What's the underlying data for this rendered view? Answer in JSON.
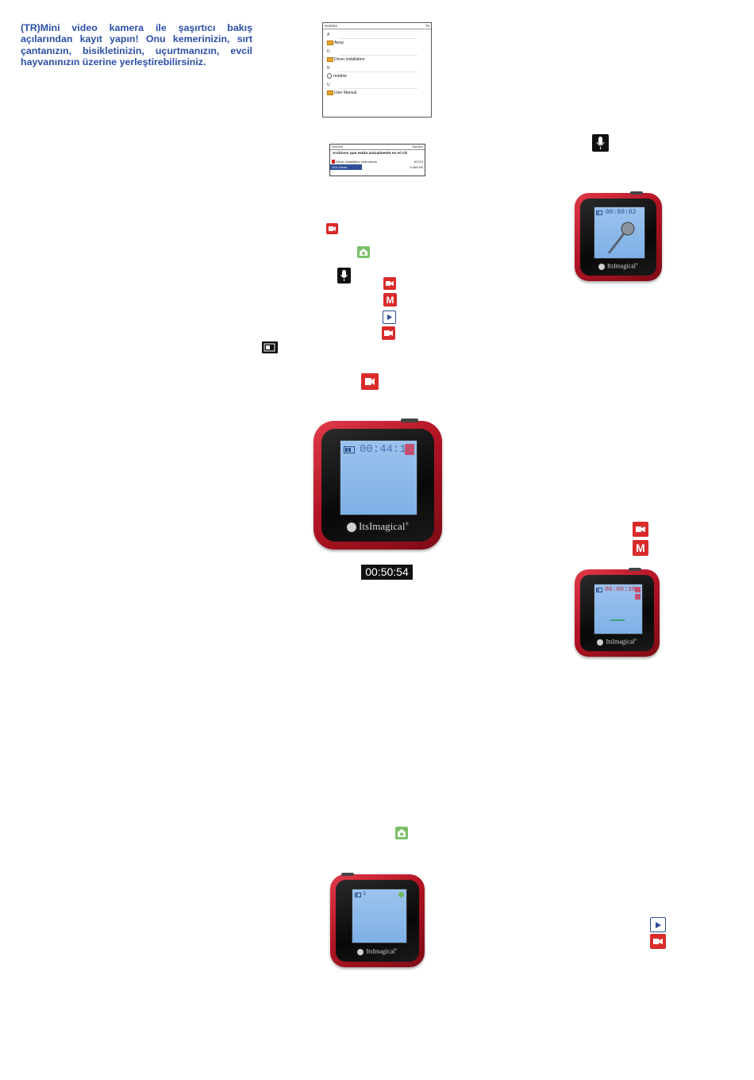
{
  "intro": {
    "text": "(TR)Mini video kamera ile şaşırtıcı bakış açılarından kayıt yapın! Onu kemerinizin, sırt çantanızın, bisikletinizin, uçurtmanızın, evcil hayvanınızın üzerine yerleştirebilirsiniz."
  },
  "file_browser": {
    "col_name": "Nombre",
    "col_size": "Ta",
    "groups": [
      {
        "letter": "A",
        "items": [
          {
            "label": "Away",
            "icon": "folder-icon"
          }
        ]
      },
      {
        "letter": "D",
        "items": [
          {
            "label": "Driver installation",
            "icon": "folder-icon"
          }
        ]
      },
      {
        "letter": "R",
        "items": [
          {
            "label": "readme",
            "icon": "document-icon"
          }
        ]
      },
      {
        "letter": "U",
        "items": [
          {
            "label": "User Manual",
            "icon": "folder-icon"
          }
        ]
      }
    ]
  },
  "archive_panel": {
    "col_name": "Nombre",
    "col_size": "Tamaño",
    "title": "Archivos que están actualmente en el CD",
    "rows": [
      {
        "label": "Driver installation instructions",
        "size": "60743",
        "selected": false
      },
      {
        "label": "LEX-Driver",
        "size": "5.368 KB",
        "selected": true
      }
    ]
  },
  "icons": {
    "video": "video-mode-icon",
    "memory": "memory-card-icon",
    "memory_letter": "M",
    "camera": "camera-mode-icon",
    "microphone": "microphone-mode-icon",
    "play": "play-icon",
    "battery": "battery-icon"
  },
  "timer": {
    "text": "00:50:54"
  },
  "devices": {
    "brand": "ItsImagical",
    "brand_mark": "®",
    "large": {
      "time": "00:44:14"
    },
    "mic": {
      "time": "00:00:02"
    },
    "video": {
      "time": "00:00:30"
    },
    "photo": {
      "counter": "1"
    }
  }
}
